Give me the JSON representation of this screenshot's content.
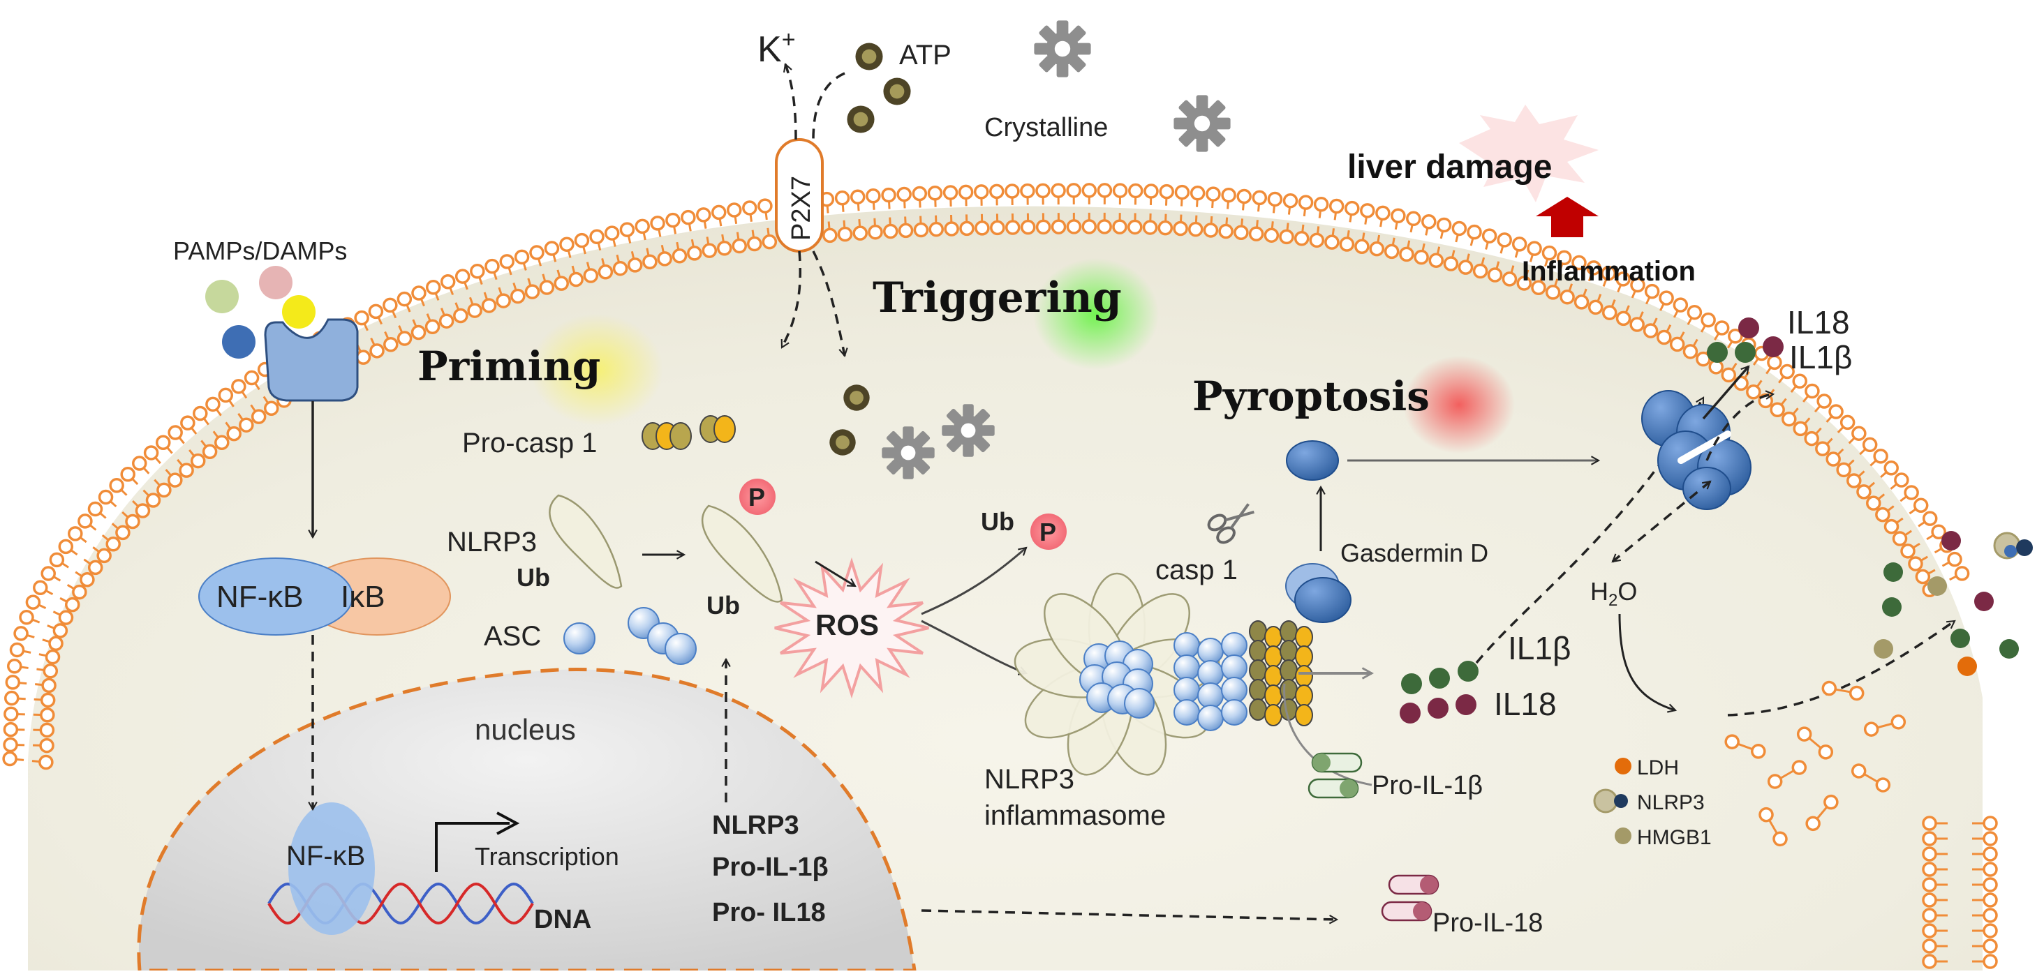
{
  "labels": {
    "k_plus": "K",
    "k_plus_sup": "+",
    "atp": "ATP",
    "crystalline": "Crystalline",
    "p2x7": "P2X7",
    "pamps_damps": "PAMPs/DAMPs",
    "triggering": "Triggering",
    "priming": "Priming",
    "pyroptosis": "Pyroptosis",
    "liver_damage": "liver damage",
    "inflammation": "Inflammation",
    "il18_top": "IL18",
    "il1b_top": "IL1β",
    "pro_casp1": "Pro-casp 1",
    "nlrp3_left": "NLRP3",
    "ub_left": "Ub",
    "ub_mid": "Ub",
    "p_mid": "P",
    "ub_right": "Ub",
    "p_right": "P",
    "asc": "ASC",
    "ros": "ROS",
    "nfkb_cyto": "NF-κB",
    "ikb": "IκB",
    "nucleus": "nucleus",
    "nfkb_nuc": "NF-κB",
    "transcription": "Transcription",
    "dna": "DNA",
    "gene_nlrp3": "NLRP3",
    "gene_pro_il1b": "Pro-IL-1β",
    "gene_pro_il18": "Pro- IL18",
    "casp1": "casp 1",
    "gasdermin_d": "Gasdermin D",
    "inflammasome_line1": "NLRP3",
    "inflammasome_line2": "inflammasome",
    "il1b_mid": "IL1β",
    "il18_mid": "IL18",
    "h2o": "H",
    "h2o_sub": "2",
    "h2o_end": "O",
    "pro_il1b": "Pro-IL-1β",
    "pro_il18": "Pro-IL-18",
    "legend_ldh": "LDH",
    "legend_nlrp3": "NLRP3",
    "legend_hmgb1": "HMGB1"
  },
  "colors": {
    "membrane": "#f08c38",
    "cytoplasm": "#f3f1e6",
    "nucleus_border": "#e07b2a",
    "arrow_red": "#c00000",
    "nfkb_blue": "#8fb6ea",
    "ikb_orange": "#f6c6a0",
    "pore_blue": "#4f7fc0",
    "atp_ring": "#4d4426",
    "gear_gray": "#8c8c8c",
    "il18_dot": "#7b2945",
    "il1b_dot": "#3d6a3a",
    "ldh_dot": "#e36c0a",
    "hmgb1_dot": "#a49a68"
  },
  "icons": [
    "receptor-icon",
    "gear-icon",
    "scissors-icon",
    "pore-icon",
    "burst-icon",
    "gene-promoter-arrow-icon"
  ]
}
